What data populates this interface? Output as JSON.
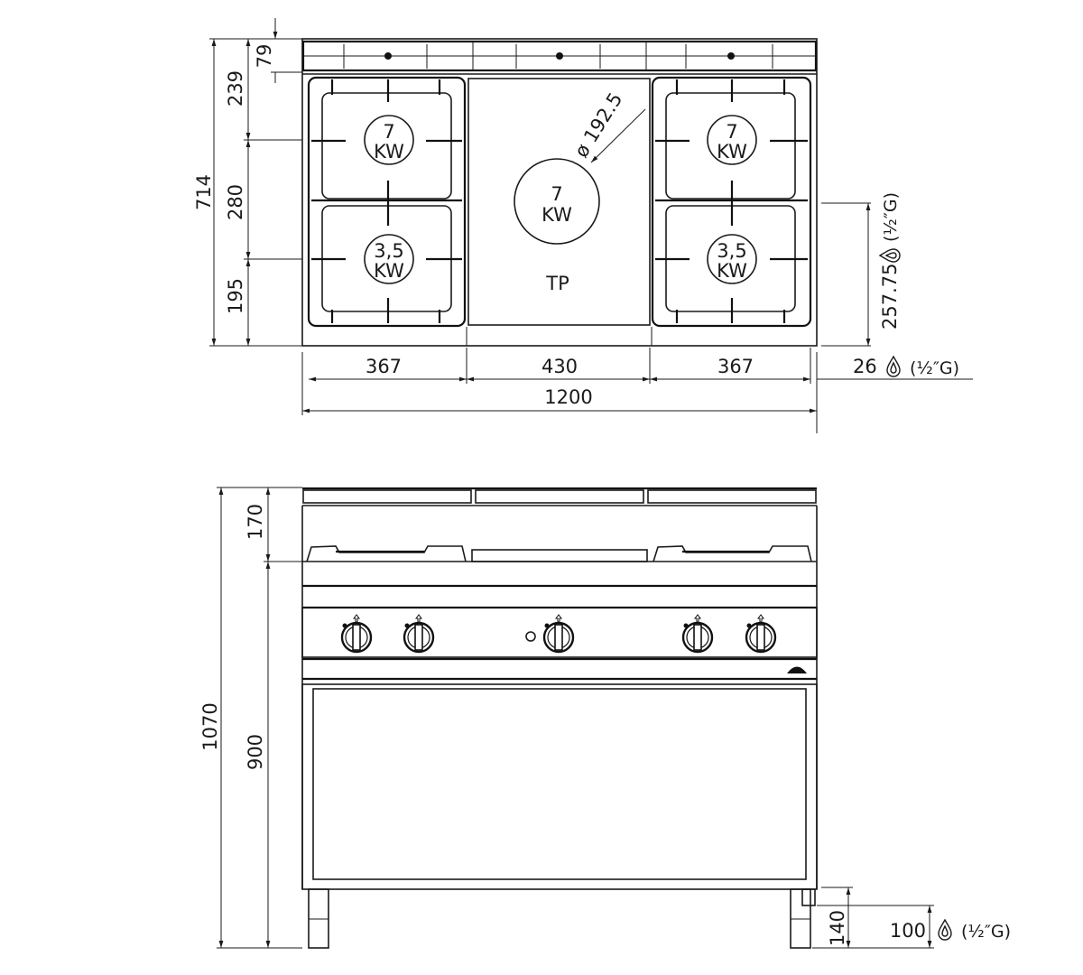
{
  "top_view": {
    "burners": [
      {
        "power": "7",
        "unit": "KW"
      },
      {
        "power": "3,5",
        "unit": "KW"
      },
      {
        "power": "7",
        "unit": "KW"
      },
      {
        "power": "7",
        "unit": "KW"
      },
      {
        "power": "3,5",
        "unit": "KW"
      }
    ],
    "plate_label": "TP",
    "diameter_label": "ø 192.5",
    "dims": {
      "total_depth": "714",
      "rail": "79",
      "d1": "239",
      "d2": "280",
      "d3": "195",
      "w_left": "367",
      "w_mid": "430",
      "w_right": "367",
      "w_total": "1200",
      "gas_side": "257.75",
      "gas_side_thread": "(½″G)",
      "gas_offset": "26",
      "gas_offset_thread": "(½″G)"
    }
  },
  "front_view": {
    "knob_count": 5,
    "dims": {
      "total_height": "1070",
      "backsplash": "170",
      "work_height": "900",
      "leg": "140",
      "gas_height": "100",
      "gas_thread": "(½″G)"
    }
  },
  "colors": {
    "line": "#1a1a1a",
    "background": "#ffffff"
  }
}
